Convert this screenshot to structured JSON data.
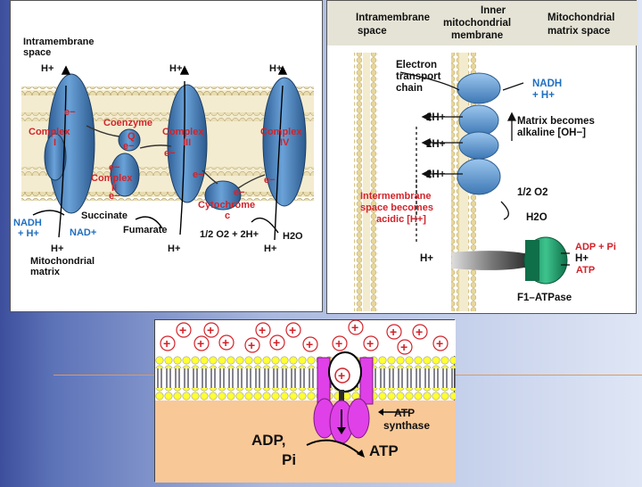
{
  "left": {
    "intramembrane": [
      "Intramembrane",
      "space"
    ],
    "hplus": "H+",
    "e": "e−",
    "complex1": [
      "Complex",
      "I"
    ],
    "coenzyme": [
      "Coenzyme",
      "Q"
    ],
    "complex2": [
      "Complex",
      "II"
    ],
    "complex3": [
      "Complex",
      "III"
    ],
    "complex4": [
      "Complex",
      "IV"
    ],
    "cytochrome": [
      "Cytochrome",
      "c"
    ],
    "nadh": [
      "NADH",
      "+ H+"
    ],
    "nad": "NAD+",
    "succinate": "Succinate",
    "fumarate": "Fumarate",
    "oxygen_eq": "1/2 O2 + 2H+",
    "water": "H2O",
    "matrix": [
      "Mitochondrial",
      "matrix"
    ]
  },
  "right": {
    "header_left": [
      "Intramembrane",
      "space"
    ],
    "header_mid": [
      "Inner",
      "mitochondrial",
      "membrane"
    ],
    "header_right": [
      "Mitochondrial",
      "matrix space"
    ],
    "etc": [
      "Electron",
      "transport",
      "chain"
    ],
    "nadh": [
      "NADH",
      "+ H+"
    ],
    "twoH": "2H+",
    "alkaline": [
      "Matrix becomes",
      "alkaline [OH−]"
    ],
    "acidic": [
      "Intermembrane",
      "space becomes",
      "acidic [H+]"
    ],
    "o2": "1/2 O2",
    "h2o": "H2O",
    "adp": "ADP + Pi",
    "hplus": "H+",
    "atp": "ATP",
    "atpase": "F1–ATPase"
  },
  "bottom": {
    "plus": "+",
    "synthase": [
      "ATP",
      "synthase"
    ],
    "adp": "ADP,",
    "pi": "Pi",
    "atp": "ATP"
  },
  "colors": {
    "protein": "#4a86c5",
    "blue_text": "#1f6fc0",
    "red_text": "#d2232a",
    "membrane": "#efe2b3",
    "bottom_yellow": "#ffff33",
    "bottom_matrix": "#f9c897",
    "synthase": "#e040e8",
    "atpase_green": "#17a06c"
  }
}
